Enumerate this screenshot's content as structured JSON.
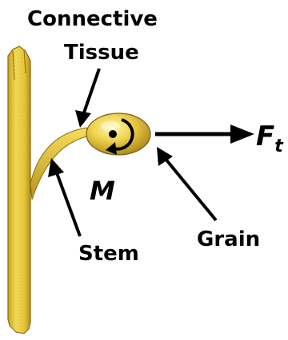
{
  "labels": {
    "connective_line1": "Connective",
    "connective_line2": "Tissue",
    "moment": "M",
    "force_main": "F",
    "force_sub": "t",
    "grain": "Grain",
    "stem": "Stem"
  },
  "colors": {
    "stem_fill": "#f1d44a",
    "stem_shade": "#c9a51c",
    "grain_light": "#fff8b8",
    "grain_mid": "#efd24a",
    "grain_dark": "#a8841a",
    "arrow": "#000000"
  }
}
